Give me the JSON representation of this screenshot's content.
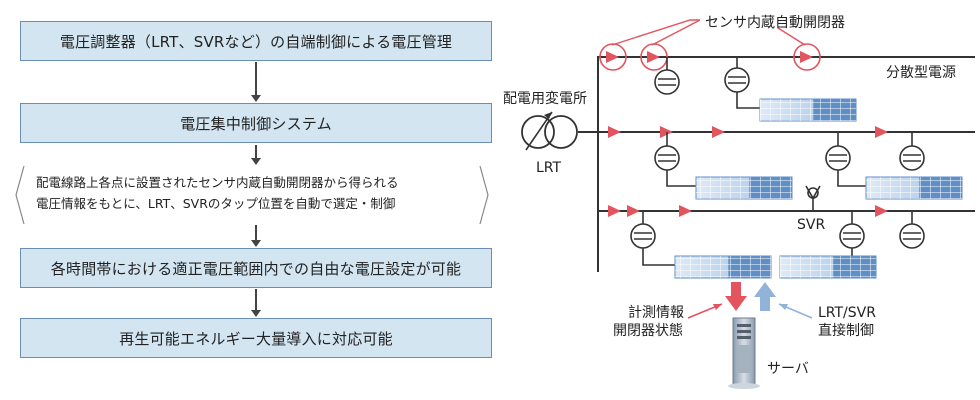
{
  "flow": {
    "step1": "電圧調整器（LRT、SVRなど）の自端制御による電圧管理",
    "step2": "電圧集中制御システム",
    "note_line1": "配電線路上各点に設置されたセンサ内蔵自動開閉器から得られる",
    "note_line2": "電圧情報をもとに、LRT、SVRのタップ位置を自動で選定・制御",
    "step3": "各時間帯における適正電圧範囲内での自由な電圧設定が可能",
    "step4": "再生可能エネルギー大量導入に対応可能"
  },
  "diagram": {
    "sensor_label": "センサ内蔵自動開閉器",
    "distributed_label": "分散型電源",
    "substation_label": "配電用変電所",
    "lrt_label": "LRT",
    "svr_label": "SVR",
    "measure_label_line1": "計測情報",
    "measure_label_line2": "開閉器状態",
    "control_label_line1": "LRT/SVR",
    "control_label_line2": "直接制御",
    "server_label": "サーバ"
  },
  "colors": {
    "box_fill": "#d3e5f1",
    "box_border": "#6a8fb0",
    "switch_red": "#e2545e",
    "uplink_blue": "#8fb3d9",
    "panel_blue": "#5f8fc4"
  }
}
